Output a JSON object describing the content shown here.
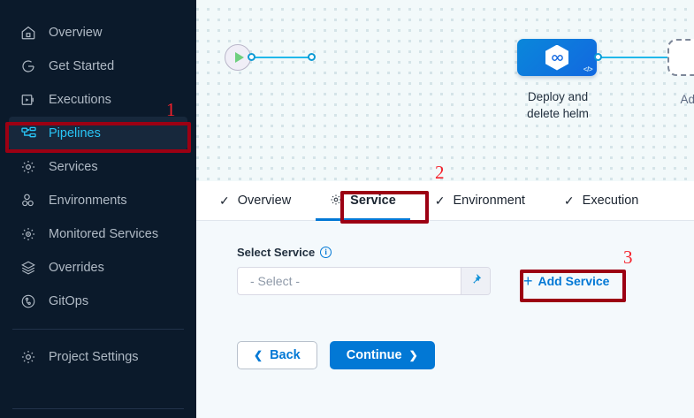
{
  "sidebar": {
    "items": [
      {
        "label": "Overview",
        "icon": "home-icon",
        "active": false
      },
      {
        "label": "Get Started",
        "icon": "get-started-icon",
        "active": false
      },
      {
        "label": "Executions",
        "icon": "executions-icon",
        "active": false
      },
      {
        "label": "Pipelines",
        "icon": "pipelines-icon",
        "active": true
      },
      {
        "label": "Services",
        "icon": "gear-icon",
        "active": false
      },
      {
        "label": "Environments",
        "icon": "environments-icon",
        "active": false
      },
      {
        "label": "Monitored Services",
        "icon": "monitored-services-icon",
        "active": false
      },
      {
        "label": "Overrides",
        "icon": "layers-icon",
        "active": false
      },
      {
        "label": "GitOps",
        "icon": "gitops-icon",
        "active": false
      }
    ],
    "settings": {
      "label": "Project Settings",
      "icon": "gear-icon"
    },
    "active_color": "#29c5f6",
    "background": "#0b1a2b"
  },
  "canvas": {
    "start_node": "start-node",
    "end_node": "end-node",
    "stage": {
      "label": "Deploy and\ndelete helm",
      "line1": "Deploy and",
      "line2": "delete helm",
      "icon": "helm-hexagon-icon",
      "badge": "</>",
      "color": "#0a87da"
    },
    "add_stage": {
      "label": "Add Stage",
      "icon": "plus-icon"
    }
  },
  "tabs": [
    {
      "label": "Overview",
      "icon": "check-icon",
      "active": false
    },
    {
      "label": "Service",
      "icon": "gear-icon",
      "active": true
    },
    {
      "label": "Environment",
      "icon": "check-icon",
      "active": false
    },
    {
      "label": "Execution",
      "icon": "check-icon",
      "active": false
    }
  ],
  "form": {
    "select_service": {
      "label": "Select Service",
      "info_icon": "info-icon",
      "placeholder": "- Select -",
      "value": "- Select -",
      "pin_icon": "pin-icon"
    },
    "add_service": {
      "label": "Add Service",
      "icon": "plus-icon"
    },
    "back_button": {
      "label": "Back",
      "icon": "chevron-left-icon"
    },
    "continue_button": {
      "label": "Continue",
      "icon": "chevron-right-icon"
    }
  },
  "annotations": {
    "one": "1",
    "two": "2",
    "three": "3",
    "color": "#9c0013",
    "number_color": "#f5212b"
  }
}
